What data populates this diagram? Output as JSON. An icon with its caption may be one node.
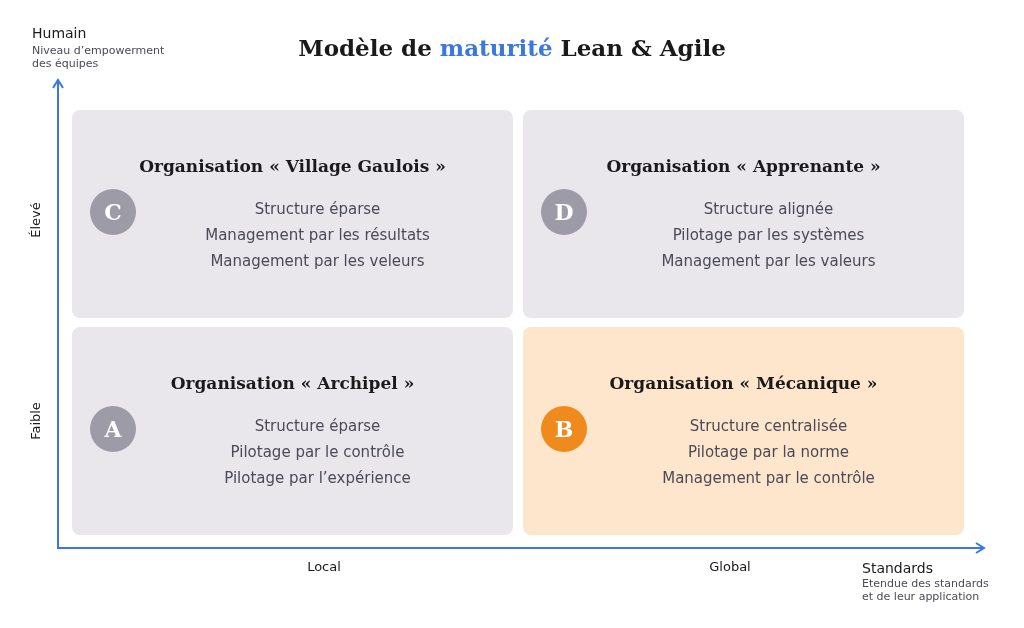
{
  "diagram": {
    "title": "Modèle de *maturité* Lean & Agile",
    "nodes": [
      {
        "text": [
          "Organisation « Village Gaulois »",
          "Structure éparse",
          "Management par les résultats",
          "Management par les veleurs"
        ]
      },
      {
        "text": [
          "C"
        ],
        "in": 0
      },
      {
        "text": [
          "Organisation « Apprenante »",
          "Structure alignée",
          "Pilotage par les systèmes",
          "Management par les valeurs"
        ]
      },
      {
        "text": [
          "D"
        ],
        "in": 2
      },
      {
        "text": [
          "Organisation « Archipel »",
          "Structure éparse",
          "Pilotage par le contrôle",
          "Pilotage par l’expérience"
        ]
      },
      {
        "text": [
          "A"
        ],
        "in": 4
      },
      {
        "text": [
          "Organisation « Mécanique »",
          "Structure centralisée",
          "Pilotage par la norme",
          "Management par le contrôle"
        ]
      },
      {
        "text": [
          "B"
        ],
        "in": 6
      }
    ],
    "edges": [],
    "labels": [
      "Humain",
      "Niveau d’empowerment des équipes",
      "Élevé",
      "Faible",
      "Local",
      "Global",
      "Standards",
      "Etendue des standards et de leur application"
    ]
  }
}
